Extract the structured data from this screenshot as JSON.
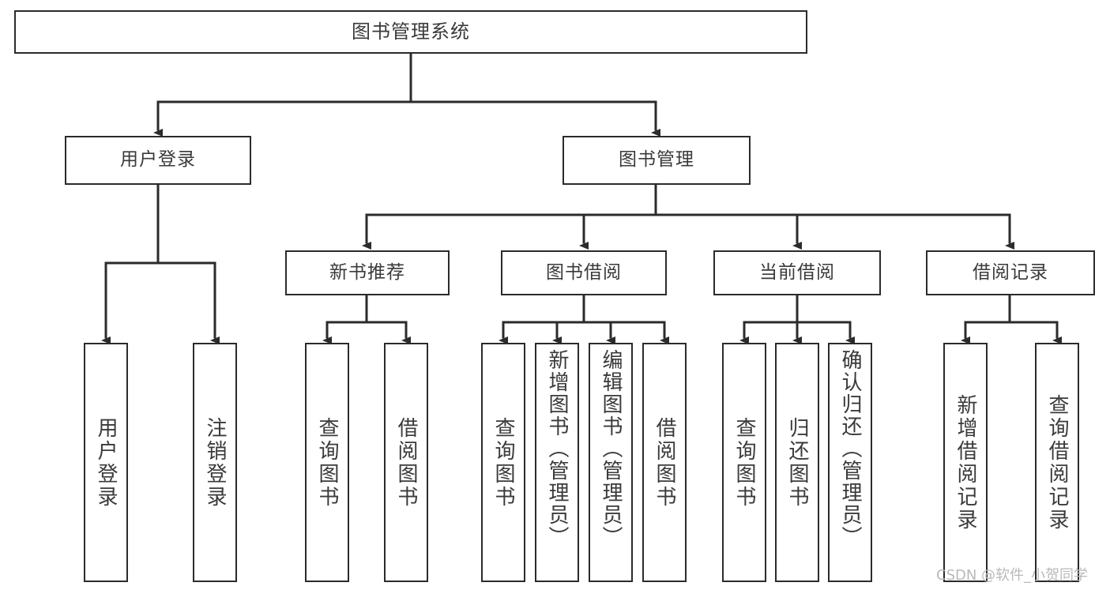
{
  "diagram": {
    "type": "tree",
    "title": "图书管理系统",
    "orientation": "top-down",
    "colors": {
      "box_border": "#2b2b2b",
      "box_fill": "#ffffff",
      "text": "#3a3a3a",
      "connector": "#2b2b2b",
      "watermark": "#b9b9b9",
      "background": "#ffffff"
    },
    "nodes": {
      "root": {
        "label": "图书管理系统",
        "level": 0
      },
      "level1": [
        {
          "id": "user-login",
          "label": "用户登录"
        },
        {
          "id": "book-manage",
          "label": "图书管理"
        }
      ],
      "level2": [
        {
          "id": "new-book-recommend",
          "label": "新书推荐",
          "parent": "book-manage"
        },
        {
          "id": "book-borrow",
          "label": "图书借阅",
          "parent": "book-manage"
        },
        {
          "id": "current-borrow",
          "label": "当前借阅",
          "parent": "book-manage"
        },
        {
          "id": "borrow-record",
          "label": "借阅记录",
          "parent": "book-manage"
        }
      ],
      "leaves": [
        {
          "id": "leaf-user-login",
          "label": "用户登录",
          "parent": "user-login"
        },
        {
          "id": "leaf-logout-login",
          "label": "注销登录",
          "parent": "user-login"
        },
        {
          "id": "leaf-query-book-1",
          "label": "查询图书",
          "parent": "new-book-recommend"
        },
        {
          "id": "leaf-borrow-book-1",
          "label": "借阅图书",
          "parent": "new-book-recommend"
        },
        {
          "id": "leaf-query-book-2",
          "label": "查询图书",
          "parent": "book-borrow"
        },
        {
          "id": "leaf-add-book",
          "label": "新增图书（管理员）",
          "parent": "book-borrow"
        },
        {
          "id": "leaf-edit-book",
          "label": "编辑图书（管理员）",
          "parent": "book-borrow"
        },
        {
          "id": "leaf-borrow-book-2",
          "label": "借阅图书",
          "parent": "book-borrow"
        },
        {
          "id": "leaf-query-book-3",
          "label": "查询图书",
          "parent": "current-borrow"
        },
        {
          "id": "leaf-return-book",
          "label": "归还图书",
          "parent": "current-borrow"
        },
        {
          "id": "leaf-confirm-return",
          "label": "确认归还（管理员）",
          "parent": "current-borrow"
        },
        {
          "id": "leaf-add-record",
          "label": "新增借阅记录",
          "parent": "borrow-record"
        },
        {
          "id": "leaf-query-record",
          "label": "查询借阅记录",
          "parent": "borrow-record"
        }
      ]
    }
  },
  "watermark": {
    "text": "CSDN @软件_小贺同学"
  }
}
